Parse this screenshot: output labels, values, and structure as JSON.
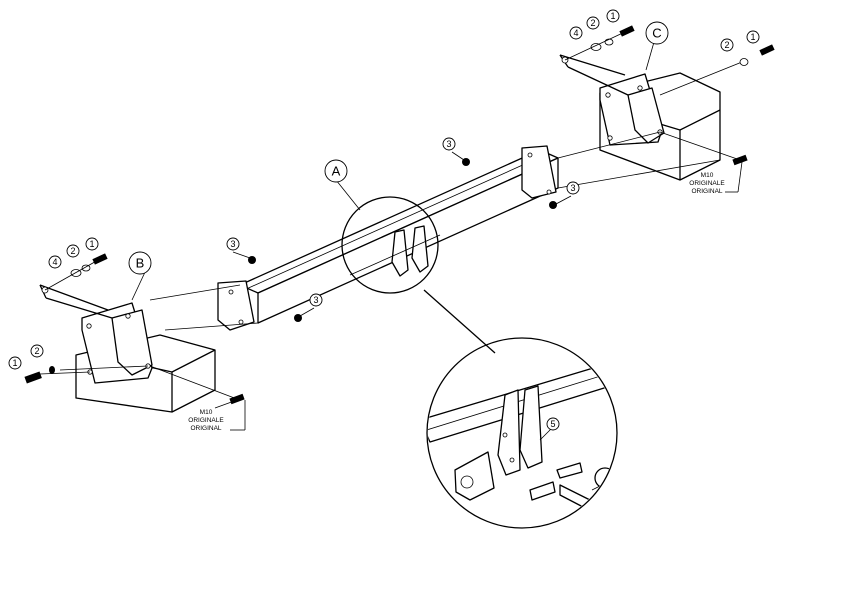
{
  "diagram": {
    "assembly_labels": {
      "main_bar": "A",
      "left_bracket": "B",
      "right_bracket": "C"
    },
    "part_numbers": {
      "bolt": "1",
      "washer": "2",
      "nut": "3",
      "spacer_washer": "4",
      "towball_ref": "5"
    },
    "bolt_note": {
      "size": "M10",
      "line1": "ORIGINALE",
      "line2": "ORIGINAL"
    }
  }
}
